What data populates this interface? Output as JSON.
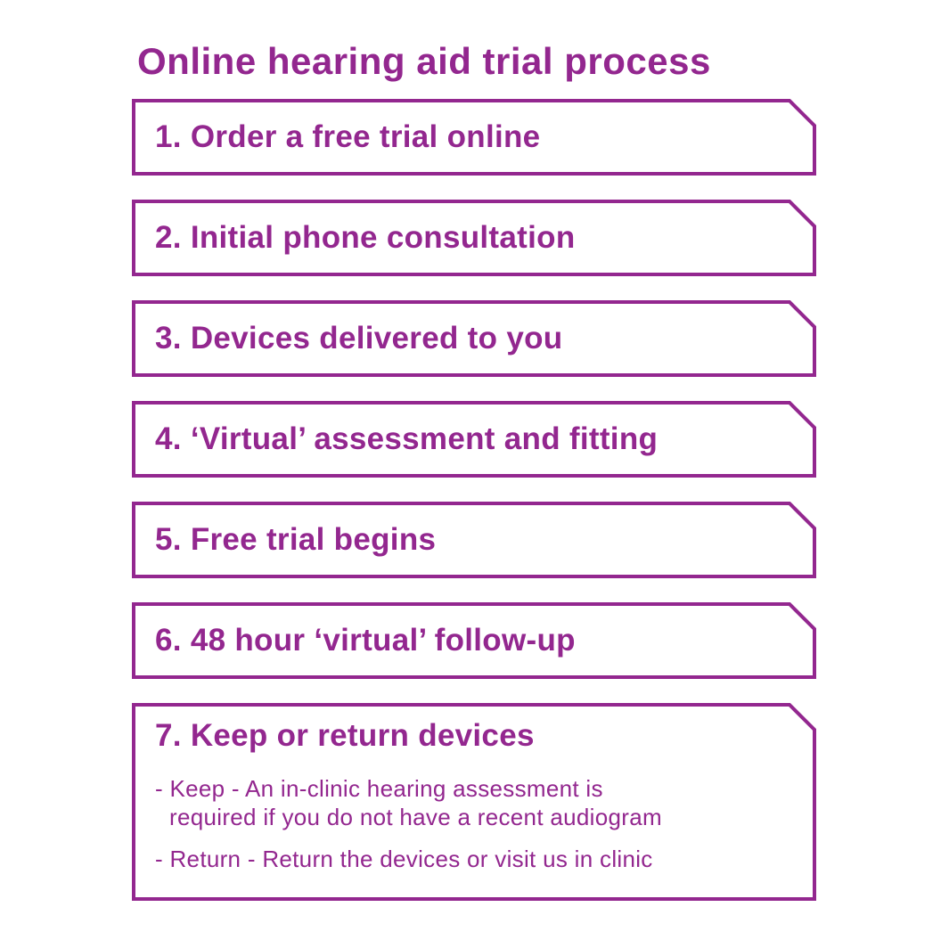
{
  "colors": {
    "accent": "#93278F",
    "background": "#FFFFFF"
  },
  "header": {
    "title": "Online hearing aid trial process"
  },
  "steps": [
    {
      "label": "1. Order a free trial online"
    },
    {
      "label": "2. Initial phone consultation"
    },
    {
      "label": "3. Devices delivered to you"
    },
    {
      "label": "4. ‘Virtual’ assessment and fitting"
    },
    {
      "label": "5. Free trial begins"
    },
    {
      "label": "6. 48 hour ‘virtual’ follow-up"
    },
    {
      "label": "7. Keep or return devices",
      "bullets": [
        "- Keep - An in-clinic hearing assessment is required if you do not have a recent audiogram",
        "- Return - Return the devices or visit us in clinic"
      ]
    }
  ]
}
